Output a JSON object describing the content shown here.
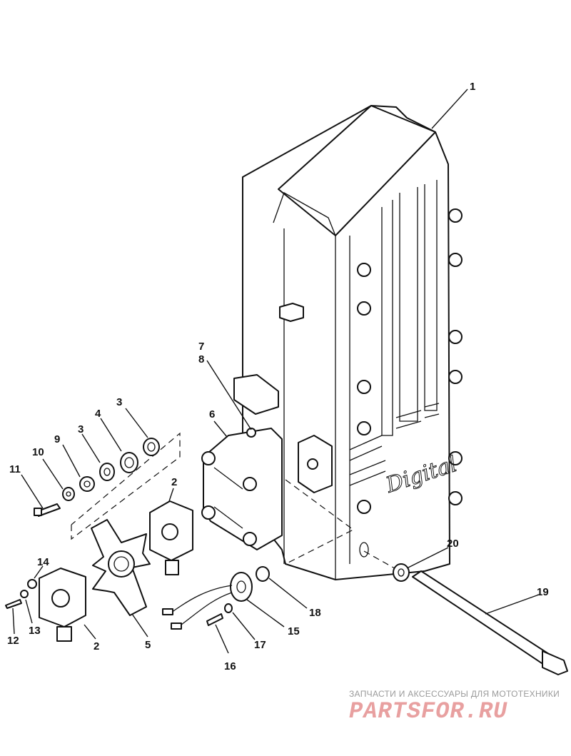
{
  "diagram": {
    "callouts": {
      "c1": "1",
      "c2a": "2",
      "c2b": "2",
      "c3a": "3",
      "c3b": "3",
      "c4": "4",
      "c5": "5",
      "c6": "6",
      "c7": "7",
      "c8": "8",
      "c9": "9",
      "c10": "10",
      "c11": "11",
      "c12": "12",
      "c13": "13",
      "c14": "14",
      "c15": "15",
      "c16": "16",
      "c17": "17",
      "c18": "18",
      "c19": "19",
      "c20": "20"
    },
    "housing_logo": "Digital"
  },
  "watermark": {
    "caption": "ЗАПЧАСТИ И АКСЕССУАРЫ ДЛЯ МОТОТЕХНИКИ",
    "logo": "PARTSFOR.RU"
  },
  "colors": {
    "line": "#111111",
    "watermark_caption": "#9a9a9a",
    "watermark_logo": "#e8a0a0"
  }
}
